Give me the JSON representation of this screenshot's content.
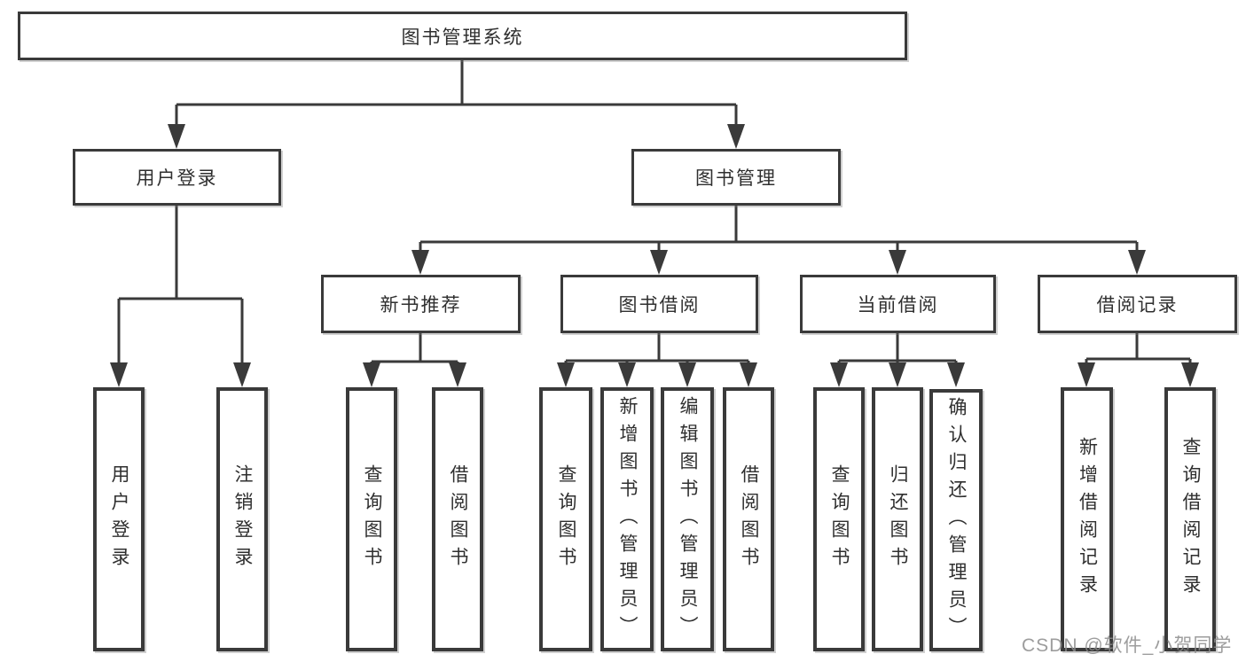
{
  "diagram": {
    "root": "图书管理系统",
    "level2": {
      "user_login": "用户登录",
      "book_management": "图书管理"
    },
    "level3": {
      "new_books": "新书推荐",
      "book_borrowing": "图书借阅",
      "current_borrowing": "当前借阅",
      "borrowing_records": "借阅记录"
    },
    "leaves": {
      "user_login": [
        "用户登录",
        "注销登录"
      ],
      "new_books": [
        "查询图书",
        "借阅图书"
      ],
      "book_borrowing": [
        "查询图书",
        "新增图书（管理员）",
        "编辑图书（管理员）",
        "借阅图书"
      ],
      "current_borrowing": [
        "查询图书",
        "归还图书",
        "确认归还（管理员）"
      ],
      "borrowing_records": [
        "新增借阅记录",
        "查询借阅记录"
      ]
    }
  },
  "watermark": "CSDN @软件_小贺同学",
  "colors": {
    "line": "#3a3a3a",
    "box_border": "#3a3a3a",
    "text": "#2f2f2f",
    "watermark_gray": "#8c8c8c",
    "background": "#ffffff"
  }
}
